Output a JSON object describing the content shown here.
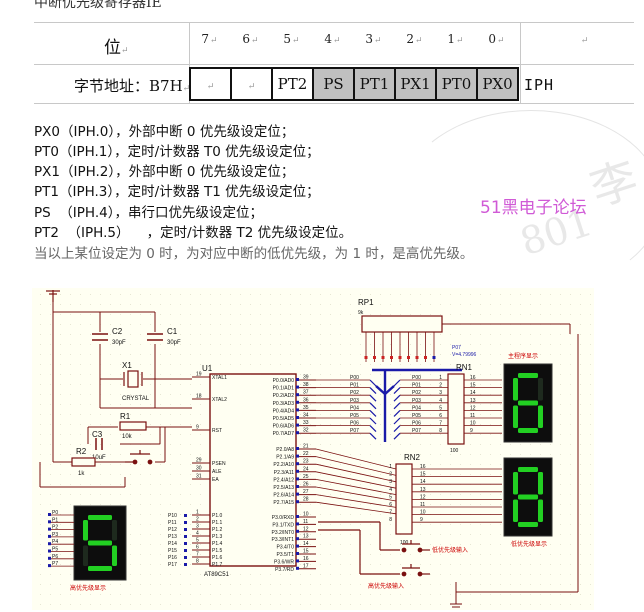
{
  "top_fragment": "中断优先级寄存器IE",
  "register": {
    "column_label": "位",
    "return_mark": "↵",
    "bit_headers": [
      "7",
      "6",
      "5",
      "4",
      "3",
      "2",
      "1",
      "0"
    ],
    "row_label": "字节地址：B7H",
    "bits": [
      {
        "label": "",
        "gray": false
      },
      {
        "label": "",
        "gray": false
      },
      {
        "label": "PT2",
        "gray": false
      },
      {
        "label": "PS",
        "gray": true
      },
      {
        "label": "PT1",
        "gray": true
      },
      {
        "label": "PX1",
        "gray": true
      },
      {
        "label": "PT0",
        "gray": true
      },
      {
        "label": "PX0",
        "gray": true
      }
    ],
    "register_name": "IPH"
  },
  "descriptions": [
    "PX0（IPH.0），外部中断 0 优先级设定位；",
    "PT0（IPH.1），定时/计数器 T0 优先级设定位；",
    "PX1（IPH.2），外部中断 0 优先级设定位；",
    "PT1（IPH.3），定时/计数器 T1 优先级设定位；",
    "PS  （IPH.4），串行口优先级设定位；",
    "PT2  （IPH.5）    ，定时/计数器 T2 优先级设定位。"
  ],
  "summary": "当以上某位设定为 0 时，为对应中断的低优先级，为 1 时，是高优先级。",
  "watermark": "51黑电子论坛",
  "watermark_big": [
    "李",
    "801"
  ],
  "schematic": {
    "colors": {
      "bg": "#fffff2",
      "grid": "#d9d9c0",
      "wire": "#7a1010",
      "pin": "#1a1aa8",
      "part": "#7a1010",
      "bus": "#1a1aa8",
      "seg_on": "#22d022",
      "seg_bg": "#0d0d0d",
      "label_red": "#cc0000"
    },
    "capacitors": [
      {
        "ref": "C2",
        "value": "30pF"
      },
      {
        "ref": "C1",
        "value": "30pF"
      },
      {
        "ref": "C3",
        "value": "10uF"
      }
    ],
    "crystal": {
      "ref": "X1",
      "value": "CRYSTAL"
    },
    "resistors": [
      {
        "ref": "R1",
        "value": "10k"
      },
      {
        "ref": "R2",
        "value": "1k"
      }
    ],
    "rp1": {
      "ref": "RP1",
      "value": "9k"
    },
    "probe": {
      "name": "P07",
      "value": "V=4.79996"
    },
    "mcu": {
      "ref": "U1",
      "part": "AT89C51",
      "left_pins": [
        {
          "num": "19",
          "name": "XTAL1"
        },
        {
          "num": "18",
          "name": "XTAL2"
        },
        {
          "num": "9",
          "name": "RST"
        },
        {
          "num": "29",
          "name": "PSEN"
        },
        {
          "num": "30",
          "name": "ALE"
        },
        {
          "num": "31",
          "name": "EA"
        },
        {
          "num": "1",
          "name": "P1.0"
        },
        {
          "num": "2",
          "name": "P1.1"
        },
        {
          "num": "3",
          "name": "P1.2"
        },
        {
          "num": "4",
          "name": "P1.3"
        },
        {
          "num": "5",
          "name": "P1.4"
        },
        {
          "num": "6",
          "name": "P1.5"
        },
        {
          "num": "7",
          "name": "P1.6"
        },
        {
          "num": "8",
          "name": "P1.7"
        }
      ],
      "p0_pins": [
        {
          "num": "39",
          "name": "P0.0/AD0"
        },
        {
          "num": "38",
          "name": "P0.1/AD1"
        },
        {
          "num": "37",
          "name": "P0.2/AD2"
        },
        {
          "num": "36",
          "name": "P0.3/AD3"
        },
        {
          "num": "35",
          "name": "P0.4/AD4"
        },
        {
          "num": "34",
          "name": "P0.5/AD5"
        },
        {
          "num": "33",
          "name": "P0.6/AD6"
        },
        {
          "num": "32",
          "name": "P0.7/AD7"
        }
      ],
      "p2_pins": [
        {
          "num": "21",
          "name": "P2.0/A8"
        },
        {
          "num": "22",
          "name": "P2.1/A9"
        },
        {
          "num": "23",
          "name": "P2.2/A10"
        },
        {
          "num": "24",
          "name": "P2.3/A11"
        },
        {
          "num": "25",
          "name": "P2.4/A12"
        },
        {
          "num": "26",
          "name": "P2.5/A13"
        },
        {
          "num": "27",
          "name": "P2.6/A14"
        },
        {
          "num": "28",
          "name": "P2.7/A15"
        }
      ],
      "p3_pins": [
        {
          "num": "10",
          "name": "P3.0/RXD"
        },
        {
          "num": "11",
          "name": "P3.1/TXD"
        },
        {
          "num": "12",
          "name": "P3.2/INT0"
        },
        {
          "num": "13",
          "name": "P3.3/INT1"
        },
        {
          "num": "14",
          "name": "P3.4/T0"
        },
        {
          "num": "15",
          "name": "P3.5/T1"
        },
        {
          "num": "16",
          "name": "P3.6/WR"
        },
        {
          "num": "17",
          "name": "P3.7/RD"
        }
      ]
    },
    "p0_net_labels": [
      "P00",
      "P01",
      "P02",
      "P03",
      "P04",
      "P05",
      "P06",
      "P07"
    ],
    "p1_net_labels": [
      "P10",
      "P11",
      "P12",
      "P13",
      "P14",
      "P15",
      "P16",
      "P17"
    ],
    "left_net_labels": [
      "P0",
      "P1",
      "P2",
      "P3",
      "P4",
      "P5",
      "P6",
      "P7"
    ],
    "rn1": {
      "ref": "RN1",
      "value": "100",
      "pins_left": [
        "1",
        "2",
        "3",
        "4",
        "5",
        "6",
        "7",
        "8"
      ],
      "pins_right": [
        "16",
        "15",
        "14",
        "13",
        "12",
        "11",
        "10",
        "9"
      ]
    },
    "rn2": {
      "ref": "RN2",
      "value": "100",
      "pins_left": [
        "1",
        "2",
        "3",
        "4",
        "5",
        "6",
        "7",
        "8"
      ],
      "pins_right": [
        "16",
        "15",
        "14",
        "13",
        "12",
        "11",
        "10",
        "9"
      ]
    },
    "displays": [
      {
        "digit": "6",
        "label": "主程序显示"
      },
      {
        "digit": "8",
        "label": "低优先级显示"
      },
      {
        "digit": "5",
        "label": "高优先级显示"
      }
    ],
    "buttons": [
      {
        "label": "低优先级输入"
      },
      {
        "label": "高优先级输入"
      }
    ]
  }
}
